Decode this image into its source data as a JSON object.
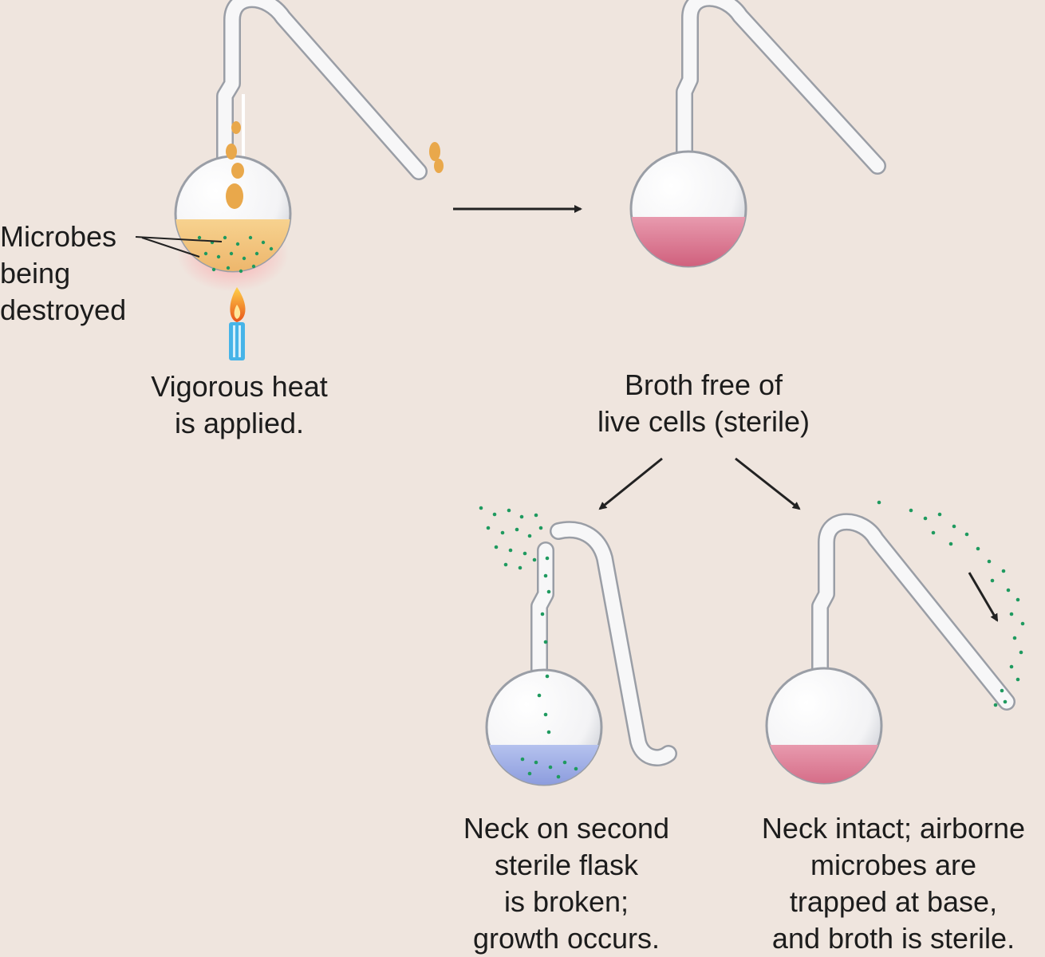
{
  "labels": {
    "microbes": [
      "Microbes",
      "being",
      "destroyed"
    ],
    "heat": [
      "Vigorous heat",
      "is applied."
    ],
    "sterile": [
      "Broth free of",
      "live cells (sterile)"
    ],
    "broken": [
      "Neck on second",
      "sterile flask",
      "is broken;",
      "growth occurs."
    ],
    "intact": [
      "Neck intact; airborne",
      "microbes are",
      "trapped at base,",
      "and broth is sterile."
    ]
  },
  "icons": {
    "flask": "swan-neck-flask-icon",
    "flame": "flame-icon",
    "arrow": "arrow-icon",
    "microbe": "microbe-dot-icon"
  },
  "colors": {
    "background": "#efe5de",
    "glass": "#f7f7f8",
    "glass_outline": "#9a9ea6",
    "heated_broth": "#f0c07a",
    "sterile_broth": "#d9718e",
    "contaminated_broth": "#8e9fdc",
    "microbes": "#1f9a5f",
    "flame": "#f07a1e",
    "flame_base": "#46b4e8",
    "arrow": "#222222"
  }
}
